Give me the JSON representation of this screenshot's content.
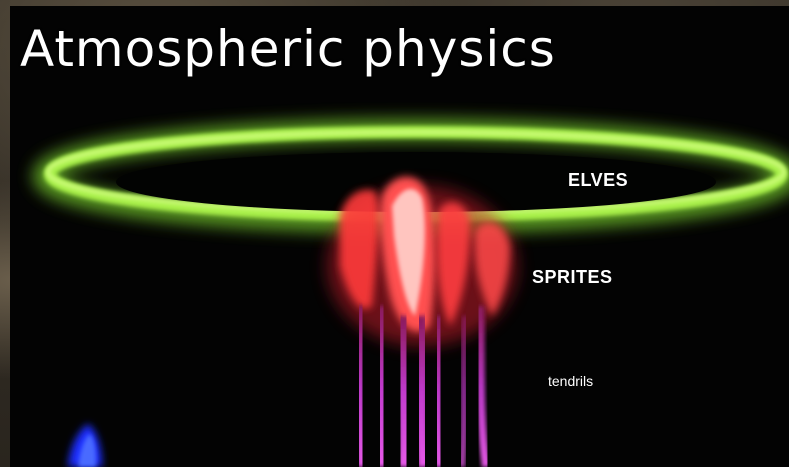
{
  "slide": {
    "title": "Atmospheric physics"
  },
  "diagram": {
    "labels": {
      "elves": "ELVES",
      "sprites": "SPRITES",
      "tendrils": "tendrils"
    }
  },
  "colors": {
    "elves_ring": "#9bec3c",
    "sprites_core": "#ff3a3a",
    "sprites_highlight": "#ffd9d4",
    "tendrils": "#d23cd6",
    "blue_jet": "#2a3bff",
    "background": "#030303",
    "text": "#ffffff"
  }
}
